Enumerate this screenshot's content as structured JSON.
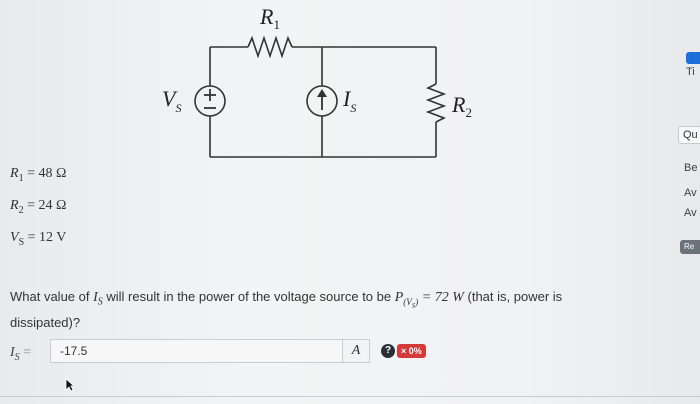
{
  "circuit": {
    "r1_symbol": "R",
    "r1_sub": "1",
    "r2_symbol": "R",
    "r2_sub": "2",
    "vs_symbol": "V",
    "vs_sub": "S",
    "is_symbol": "I",
    "is_sub": "S"
  },
  "givens": [
    {
      "sym": "R",
      "sub": "1",
      "value": "= 48 Ω"
    },
    {
      "sym": "R",
      "sub": "2",
      "value": "= 24 Ω"
    },
    {
      "sym": "V",
      "sub": "S",
      "value": "= 12 V"
    }
  ],
  "question": {
    "part1": "What value of ",
    "is_sym": "I",
    "is_sub": "S",
    "part2": " will result in the power of the voltage source to be ",
    "p_sym": "P",
    "p_sub": "(V",
    "p_sub2": "S",
    "p_close": ")",
    "p_value": " = 72 W",
    "part3": " (that is, power is dissipated)?"
  },
  "answer": {
    "label_sym": "I",
    "label_sub": "S",
    "label_eq": " =",
    "value": "-17.5",
    "unit": "A",
    "help": "?",
    "score": "× 0%"
  },
  "side_panel": {
    "item_ti": "Ti",
    "item_qu": "Qu",
    "item_be": "Be",
    "item_av1": "Av",
    "item_av2": "Av",
    "item_re": "Re"
  },
  "colors": {
    "accent_blue": "#1c6fd6",
    "error_red": "#d43a3a"
  }
}
